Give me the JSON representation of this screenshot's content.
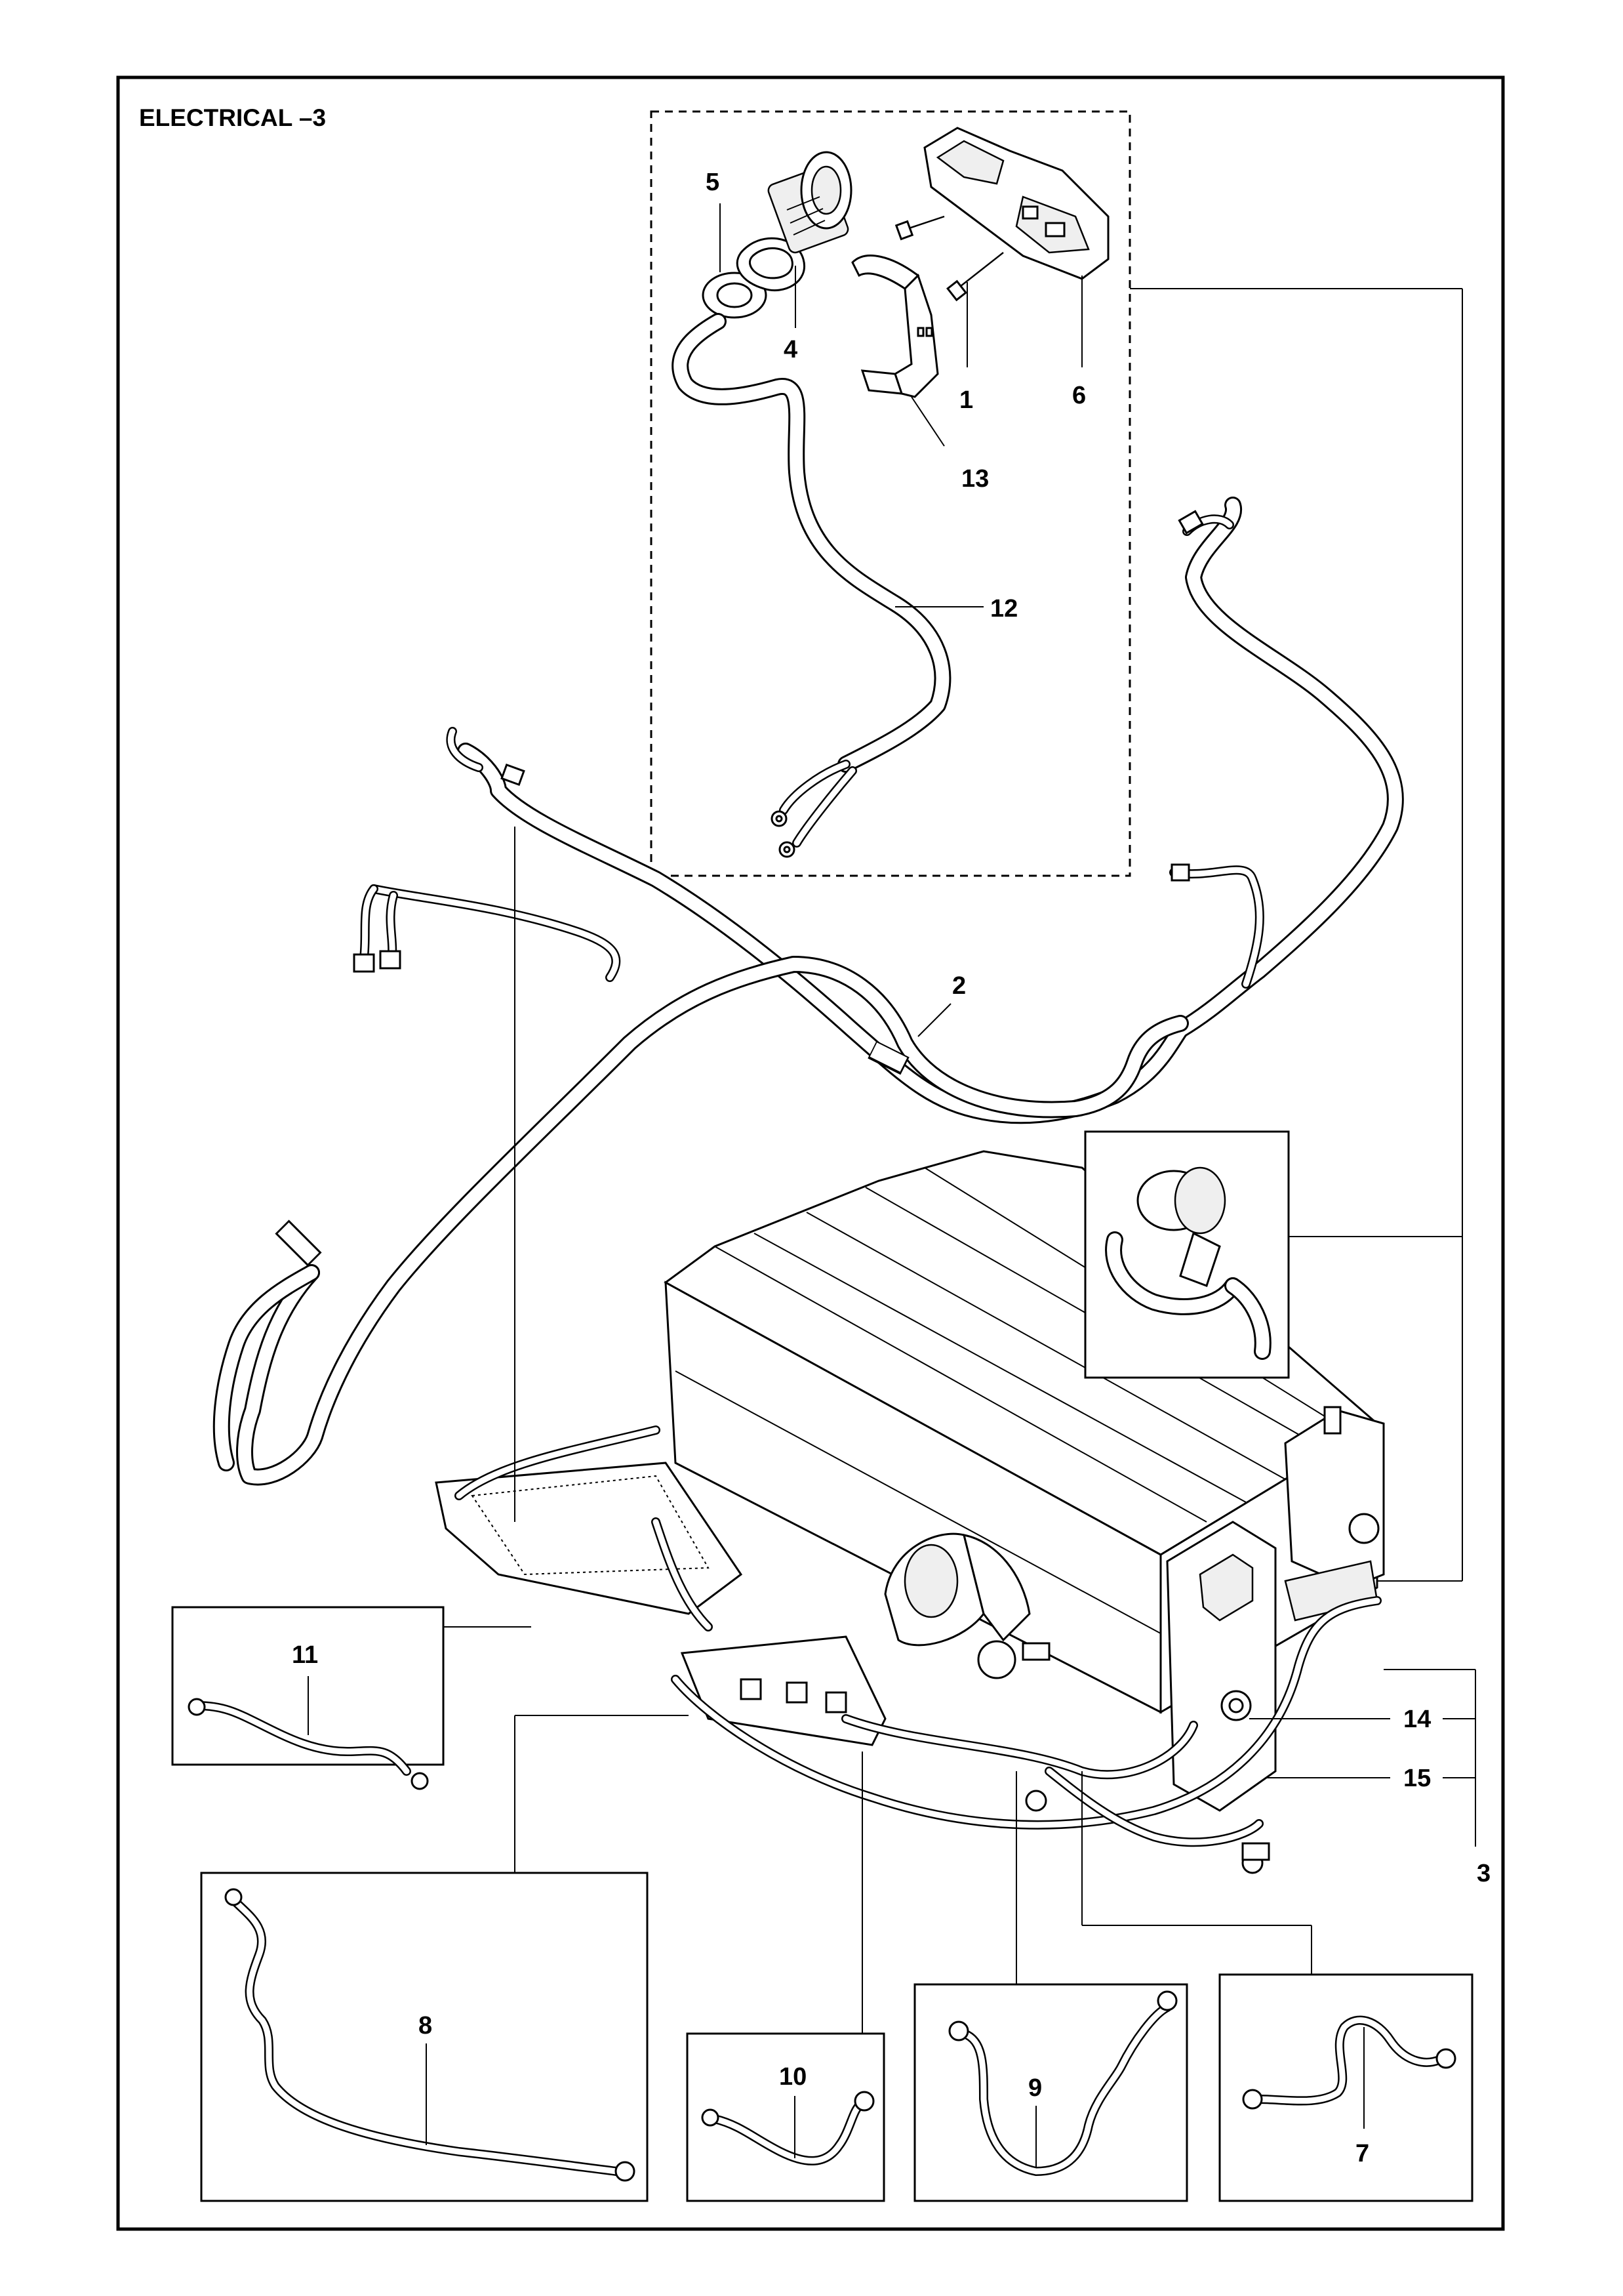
{
  "title": "ELECTRICAL –3",
  "callouts": {
    "c1": "1",
    "c2": "2",
    "c3": "3",
    "c4": "4",
    "c5": "5",
    "c6": "6",
    "c7": "7",
    "c8": "8",
    "c9": "9",
    "c10": "10",
    "c11": "11",
    "c12": "12",
    "c13": "13",
    "c14": "14",
    "c15": "15"
  }
}
